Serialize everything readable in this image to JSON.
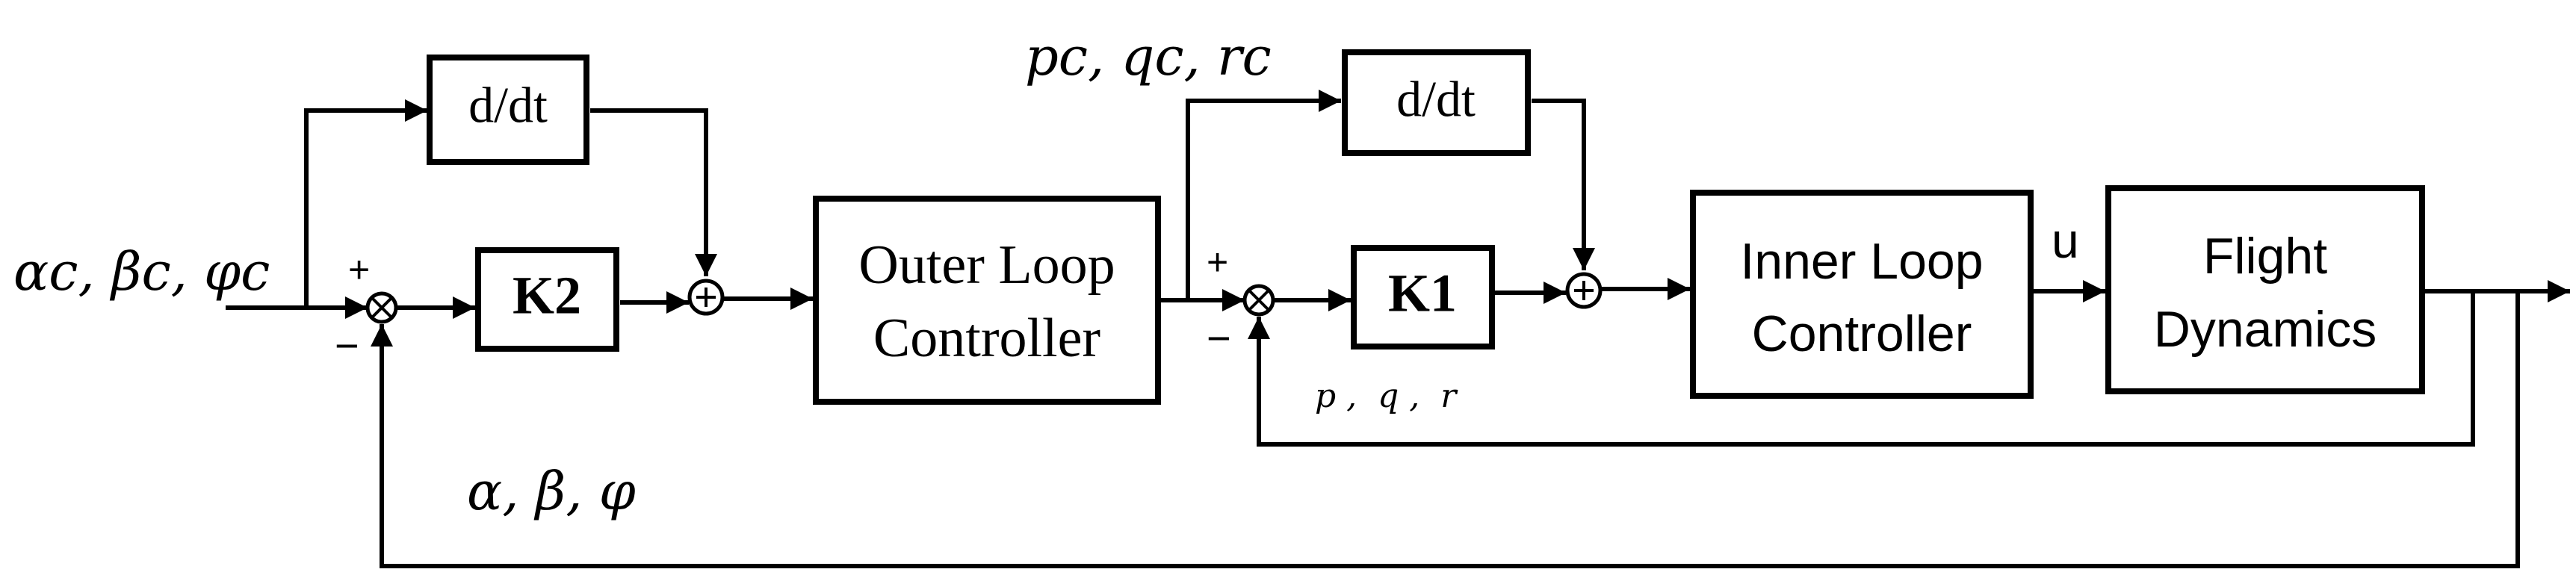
{
  "blocks": {
    "deriv_outer": "d/dt",
    "k2": "K2",
    "outer_line1": "Outer Loop",
    "outer_line2": "Controller",
    "deriv_inner": "d/dt",
    "k1": "K1",
    "inner_line1": "Inner Loop",
    "inner_line2": "Controller",
    "flight_line1": "Flight",
    "flight_line2": "Dynamics"
  },
  "signals": {
    "attitude_command": "αc, βc, φc",
    "rate_command": "pc, qc, rc",
    "control_input": "u",
    "measured_rates": "p ,  q ,  r",
    "attitude_feedback": "α, β, φ"
  },
  "signs": {
    "plus": "+",
    "minus": "−"
  }
}
